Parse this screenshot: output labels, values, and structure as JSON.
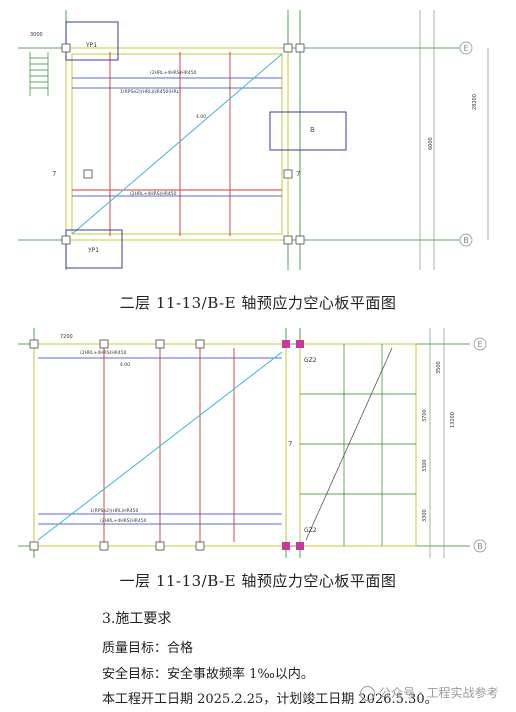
{
  "plan1": {
    "caption": "二层 11-13/B-E 轴预应力空心板平面图",
    "axes": [
      "E",
      "B"
    ],
    "room_markers": [
      "B"
    ],
    "column_labels": [
      "YP1",
      "YP1"
    ],
    "span_marks": [
      "7",
      "7"
    ],
    "dims": [
      "3000",
      "6000",
      "28200"
    ],
    "notes": [
      "(2HRL+4HRS)HR450",
      "1(RPSe2)(HRL)HR450(HRL)",
      "(2HRL+4HRS)HR450",
      "4.00"
    ]
  },
  "plan2": {
    "caption": "一层 11-13/B-E 轴预应力空心板平面图",
    "axes": [
      "E",
      "B"
    ],
    "beam_labels": [
      "GZ2",
      "GZ2"
    ],
    "span_marks": [
      "7"
    ],
    "dims": [
      "3500",
      "3700",
      "3300",
      "3300",
      "13200",
      "7200"
    ],
    "notes": [
      "(2HRL+4HRS)HR450",
      "1(RPSe2)(HRL)HR450",
      "(2HRL+4HRS)HR450",
      "4.00"
    ]
  },
  "section": {
    "heading": "3.施工要求",
    "lines": [
      "质量目标：合格",
      "安全目标：安全事故频率 1‰以内。",
      "本工程开工日期 2025.2.25，计划竣工日期 2026.5.30。"
    ]
  },
  "watermark": "公众号 · 工程实战参考"
}
